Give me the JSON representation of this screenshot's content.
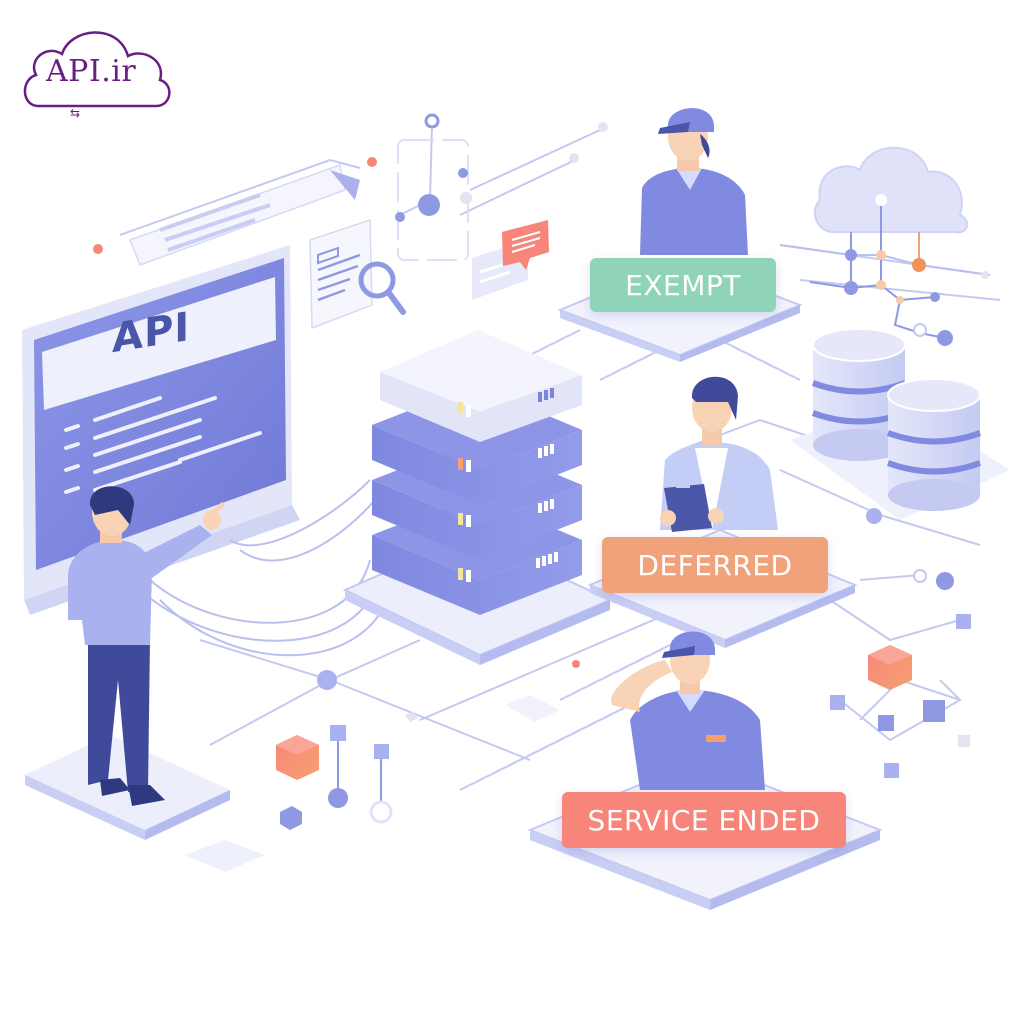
{
  "logo": {
    "text": "API.ir",
    "icon": "cloud-icon",
    "sub_icon": "exchange-arrows-icon",
    "color": "#6a1d83"
  },
  "monitor": {
    "screen_title": "API",
    "screen_color": "#7f8ae0",
    "code_lines": 7
  },
  "server_stack": {
    "units": 4,
    "color": "#7a84de",
    "top_color": "#e8eaf8"
  },
  "status_badges": [
    {
      "label": "EXEMPT",
      "color": "#8fd3b8",
      "person": "worker-in-cap-polo"
    },
    {
      "label": "DEFERRED",
      "color": "#f0a27a",
      "person": "man-with-clipboard"
    },
    {
      "label": "SERVICE ENDED",
      "color": "#f7857a",
      "person": "worker-saluting-in-cap"
    }
  ],
  "icons": [
    "document-magnifier-icon",
    "chat-bubble-icon",
    "cloud-network-icon",
    "database-icon",
    "cube-node-icon"
  ],
  "palette": {
    "primary": "#7a84de",
    "primary_dark": "#3f4a9a",
    "light": "#e8eaf8",
    "accent_orange": "#f0a27a",
    "accent_red": "#f7857a",
    "accent_green": "#8fd3b8",
    "line": "#b9bfee"
  }
}
